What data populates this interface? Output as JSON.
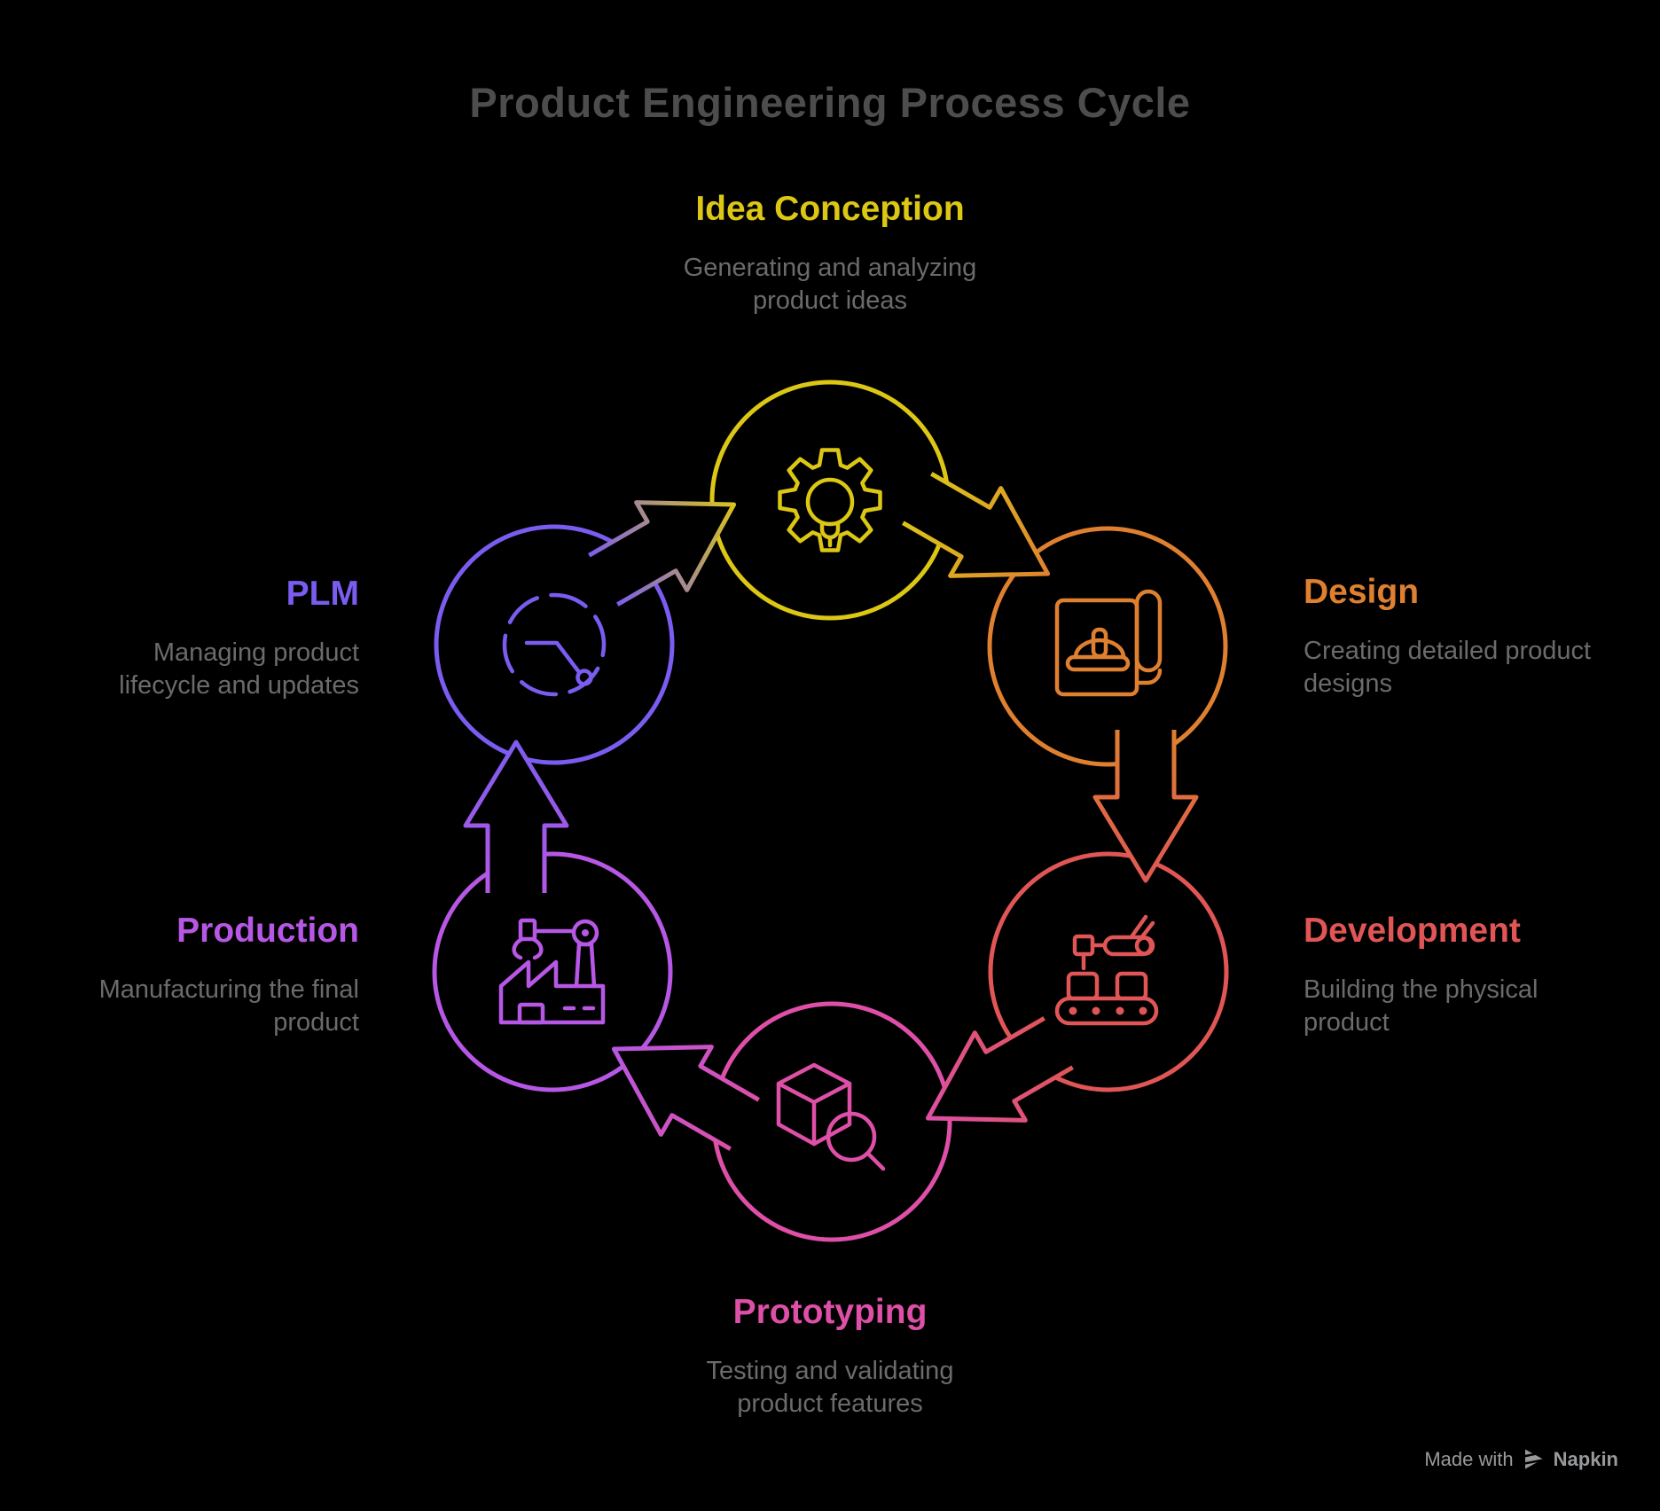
{
  "title": "Product Engineering Process Cycle",
  "background_color": "#000000",
  "title_color": "#4d4d4d",
  "description_color": "#6b6b6b",
  "nodes": [
    {
      "id": "idea-conception",
      "label": "Idea Conception",
      "color": "#dcc714",
      "desc_lines": [
        "Generating and analyzing",
        "product ideas"
      ],
      "icon": "gear-lightbulb-icon"
    },
    {
      "id": "design",
      "label": "Design",
      "color": "#df8030",
      "desc_lines": [
        "Creating detailed product",
        "designs"
      ],
      "icon": "blueprint-hardhat-icon"
    },
    {
      "id": "development",
      "label": "Development",
      "color": "#e05555",
      "desc_lines": [
        "Building the physical",
        "product"
      ],
      "icon": "robot-arm-conveyor-icon"
    },
    {
      "id": "prototyping",
      "label": "Prototyping",
      "color": "#de4fa7",
      "desc_lines": [
        "Testing and validating",
        "product features"
      ],
      "icon": "cube-magnifier-icon"
    },
    {
      "id": "production",
      "label": "Production",
      "color": "#b757e5",
      "desc_lines": [
        "Manufacturing the final",
        "product"
      ],
      "icon": "factory-crane-icon"
    },
    {
      "id": "plm",
      "label": "PLM",
      "color": "#7b5cf0",
      "desc_lines": [
        "Managing product",
        "lifecycle and updates"
      ],
      "icon": "gauge-icon"
    }
  ],
  "watermark": {
    "text": "Made with",
    "brand": "Napkin"
  }
}
